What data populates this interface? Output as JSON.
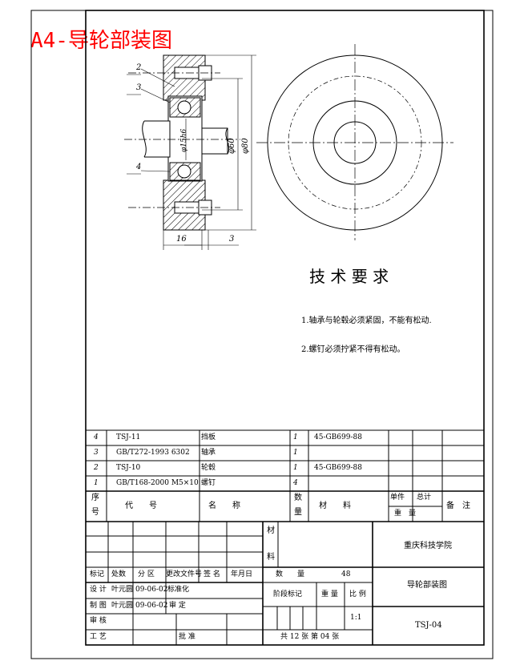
{
  "title": "A4-导轮部装图",
  "drawing": {
    "callouts": [
      "2",
      "3",
      "4"
    ],
    "dims": {
      "d_shaft": "φ15h6",
      "d60": "φ60",
      "d80": "φ80",
      "w16": "16",
      "w3": "3"
    }
  },
  "tech_req": {
    "heading": "技 术 要 求",
    "items": [
      "1.轴承与轮毂必须紧固，不能有松动.",
      "2.螺钉必须拧紧不得有松动。"
    ]
  },
  "bom": {
    "rows": [
      {
        "no": "4",
        "code": "TSJ-11",
        "name": "挡板",
        "qty": "1",
        "material": "45-GB699-88"
      },
      {
        "no": "3",
        "code": "GB/T272-1993 6302",
        "name": "轴承",
        "qty": "1",
        "material": ""
      },
      {
        "no": "2",
        "code": "TSJ-10",
        "name": "轮毂",
        "qty": "1",
        "material": "45-GB699-88"
      },
      {
        "no": "1",
        "code": "GB/T168-2000  M5×10",
        "name": "螺钉",
        "qty": "4",
        "material": ""
      }
    ],
    "header": {
      "no1": "序",
      "no2": "号",
      "code": "代　　号",
      "name": "名　　称",
      "qty1": "数",
      "qty2": "量",
      "material": "材　　料",
      "unit": "单件",
      "total": "总计",
      "weight": "重　量",
      "remark": "备　注"
    }
  },
  "titleblock": {
    "cai": "材",
    "liao": "料",
    "school": "重庆科技学院",
    "drawing_name": "导轮部装图",
    "drawing_no": "TSJ-04",
    "mark": "标记",
    "count": "处数",
    "zone": "分 区",
    "change_doc": "更改文件号",
    "sign": "签 名",
    "date_col": "年月日",
    "design": "设 计",
    "designer": "叶元圆",
    "design_date": "09-06-02",
    "std": "标准化",
    "draw": "制 图",
    "drawer": "叶元圆",
    "draw_date": "09-06-02",
    "review": "审 定",
    "check": "审 核",
    "process": "工 艺",
    "approve": "批 准",
    "quantity_label": "数　　量",
    "quantity": "48",
    "stage": "阶段标记",
    "weight": "重 量",
    "scale": "比 例",
    "scale_val": "1:1",
    "sheets": "共 12 张 第 04 张"
  }
}
